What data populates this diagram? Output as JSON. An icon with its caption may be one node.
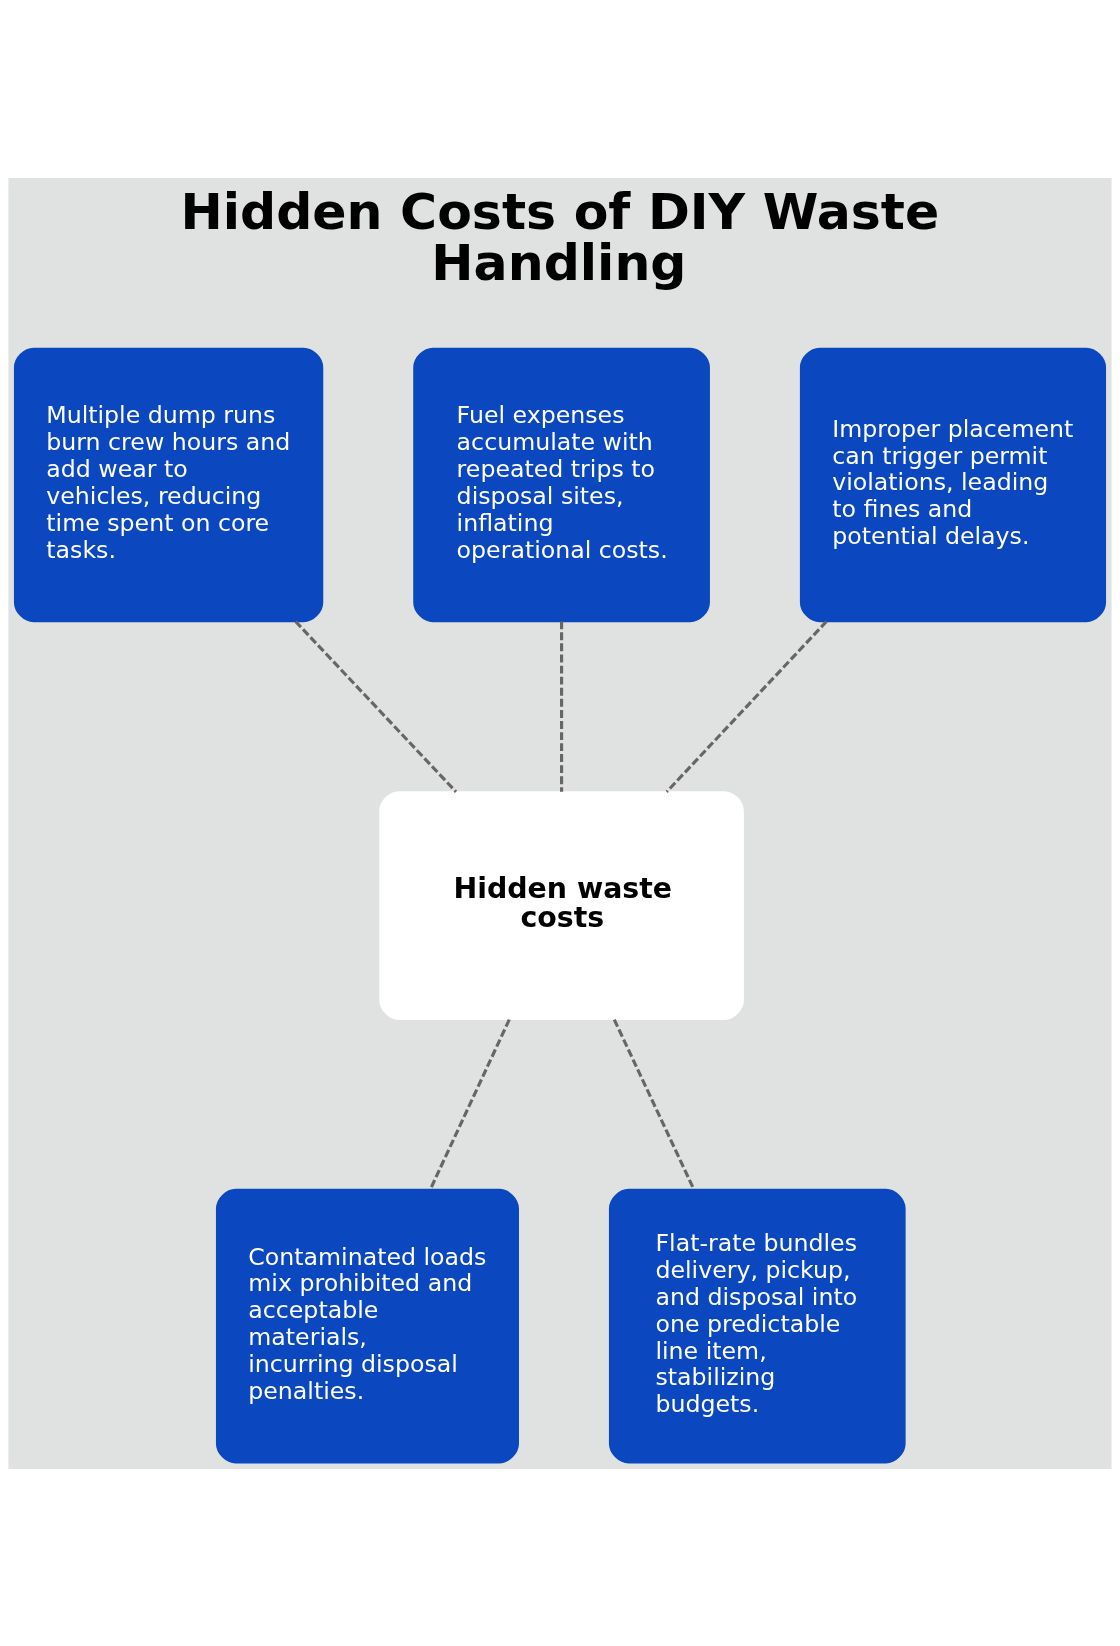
{
  "diagram": {
    "title": "Hidden Costs of DIY Waste Handling",
    "nodes": [
      {
        "text": [
          "Multiple dump runs burn crew hours and add wear to vehicles, reducing time spent on core tasks."
        ]
      },
      {
        "text": [
          "Fuel expenses accumulate with repeated trips to disposal sites, inflating operational costs."
        ]
      },
      {
        "text": [
          "Improper placement can trigger permit violations, leading to fines and potential delays."
        ]
      },
      {
        "text": [
          "Hidden waste costs"
        ]
      },
      {
        "text": [
          "Contaminated loads mix prohibited and acceptable materials, incurring disposal penalties."
        ]
      },
      {
        "text": [
          "Flat-rate bundles delivery, pickup, and disposal into one predictable line item, stabilizing budgets."
        ]
      }
    ],
    "edges": [
      {
        "from": 0,
        "to": 3,
        "arrow": "none",
        "style": "dashed"
      },
      {
        "from": 1,
        "to": 3,
        "arrow": "none",
        "style": "dashed"
      },
      {
        "from": 2,
        "to": 3,
        "arrow": "none",
        "style": "dashed"
      },
      {
        "from": 3,
        "to": 4,
        "arrow": "none",
        "style": "dashed"
      },
      {
        "from": 3,
        "to": 5,
        "arrow": "none",
        "style": "dashed"
      }
    ]
  }
}
